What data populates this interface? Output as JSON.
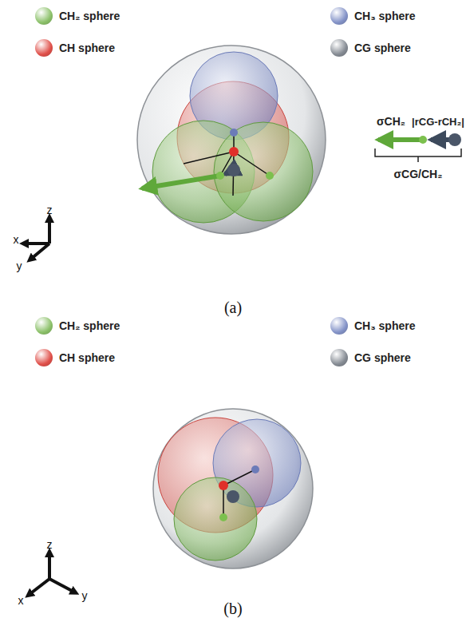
{
  "diagram": {
    "labels": [
      "σCH₂",
      "|rCG-rCH₂|",
      "σCG/CH₂",
      "(a)",
      "x",
      "z",
      "y",
      "(b)",
      "z",
      "x",
      "y"
    ],
    "legend": [
      {
        "text": "CH₂ sphere",
        "color": "#8cc16a"
      },
      {
        "text": "CH₃ sphere",
        "color": "#8493c8"
      },
      {
        "text": "CH sphere",
        "color": "#e0504a"
      },
      {
        "text": "CG sphere",
        "color": "#858b93"
      },
      {
        "text": "CH₂ sphere",
        "color": "#8cc16a"
      },
      {
        "text": "CH₃ sphere",
        "color": "#8493c8"
      },
      {
        "text": "CH sphere",
        "color": "#e0504a"
      },
      {
        "text": "CG sphere",
        "color": "#858b93"
      }
    ]
  }
}
